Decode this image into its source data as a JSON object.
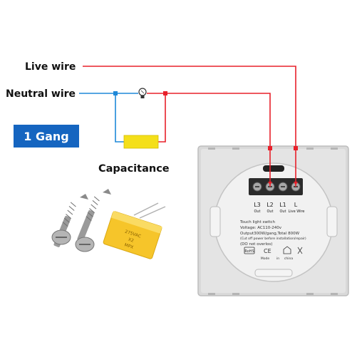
{
  "labels": {
    "live_wire": "Live wire",
    "neutral_wire": "Neutral wire",
    "gang": "1 Gang",
    "capacitance": "Capacitance"
  },
  "terminals": [
    "L3",
    "L2",
    "L1",
    "L"
  ],
  "terminal_subs": [
    "Out",
    "Out",
    "Out",
    "Live Wire"
  ],
  "specs": [
    "Touch light switch",
    "Voltage: AC110-240v",
    "Output300W/gang,Total 800W",
    "(Cut off power before installation/repair)",
    "(DO not overlos)"
  ],
  "cert_captions": [
    "Mode",
    "in",
    "china"
  ],
  "capacitor_text": [
    "275VAC",
    "X2",
    "MPX"
  ],
  "colors": {
    "live": "#e8202a",
    "neutral": "#1e88d8",
    "gang_bg": "#1565c0",
    "gang_text": "#ffffff",
    "capacitor": "#f4df1a",
    "switch_body": "#d6d6d6",
    "text": "#111111"
  }
}
